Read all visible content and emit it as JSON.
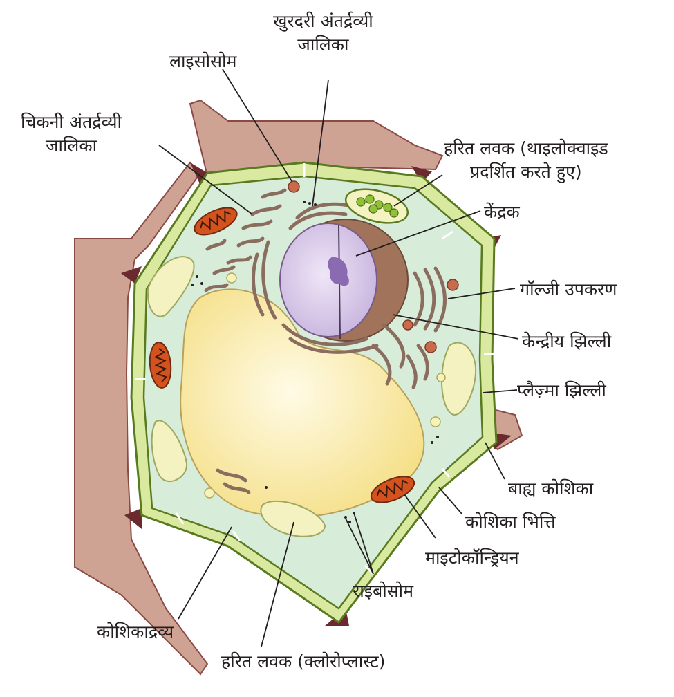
{
  "labels": {
    "rough_er": [
      "खुरदरी अंतर्द्रव्यी",
      "जालिका"
    ],
    "lysosome": "लाइसोसोम",
    "smooth_er": [
      "चिकनी अंतर्द्रव्यी",
      "जालिका"
    ],
    "chloroplast_thylakoid": [
      "हरित लवक (थाइलोक्वाइड",
      "प्रदर्शित करते हुए)"
    ],
    "nucleus": "केंद्रक",
    "golgi": "गॉल्जी उपकरण",
    "nuclear_membrane": "केन्द्रीय झिल्ली",
    "plasma_membrane": "प्लैज़्मा झिल्ली",
    "outer_cell": "बाह्य कोशिका",
    "cell_wall": "कोशिका भित्ति",
    "mitochondria": "माइटोकॉन्ड्रियन",
    "ribosome": "राइबोसोम",
    "cytoplasm": "कोशिकाद्रव्य",
    "chloroplast": "हरित लवक (क्लोरोप्लास्ट)"
  },
  "colors": {
    "outer_cell": "#cfa394",
    "outer_cell_dark": "#8a4a45",
    "middle_lamella": "#6b2a2e",
    "cell_wall": "#d9e9a0",
    "cell_wall_stroke": "#5a7a20",
    "cytoplasm": "#d7ecd9",
    "vacuole": "#fbe9a3",
    "vacuole_center": "#fffbe6",
    "nucleus": "#d9ccea",
    "nucleus_cut": "#a0735a",
    "nucleolus": "#8a6ab0",
    "er": "#8a6d5e",
    "mitochondria": "#d4521e",
    "chloroplast": "#f4f2c0",
    "lysosome": "#c96a4a"
  }
}
